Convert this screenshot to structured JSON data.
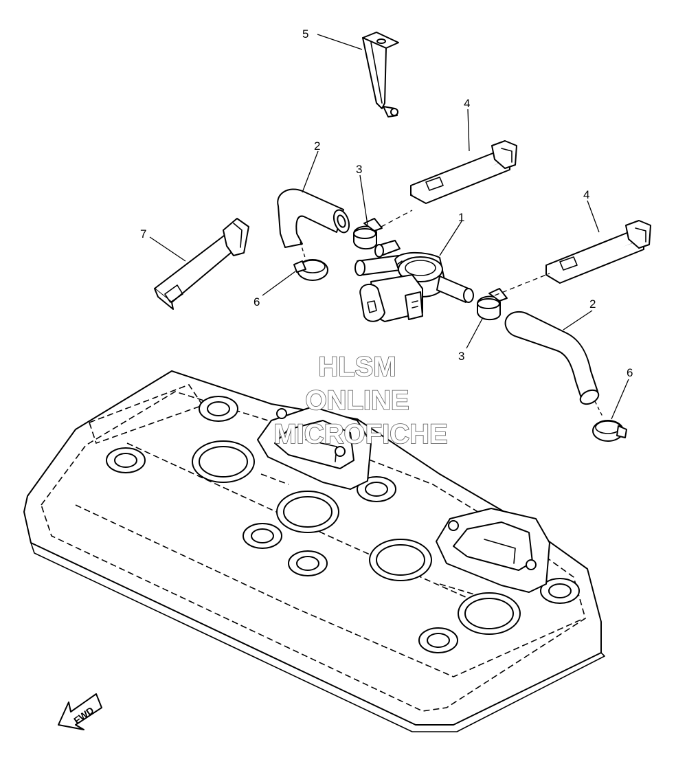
{
  "callouts": {
    "c1": "1",
    "c2a": "2",
    "c2b": "2",
    "c3a": "3",
    "c3b": "3",
    "c4a": "4",
    "c4b": "4",
    "c5": "5",
    "c6a": "6",
    "c6b": "6",
    "c7": "7"
  },
  "watermark": {
    "line1": "HLSM",
    "line2": "ONLINE",
    "line3": "MICROFICHE"
  },
  "direction_label": "FWD",
  "colors": {
    "line": "#000000",
    "background": "#ffffff",
    "watermark_outline": "#555555"
  }
}
